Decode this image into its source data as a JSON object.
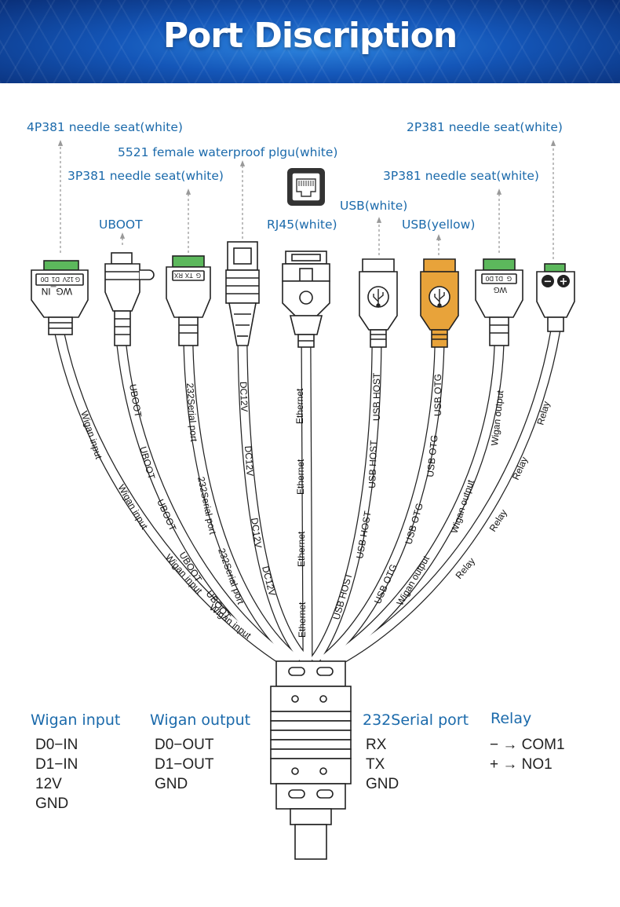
{
  "banner": {
    "title": "Port Discription"
  },
  "connectors": [
    {
      "id": "wg_in",
      "callout": "4P381 needle seat(white)",
      "cable_label": "Wigan input",
      "plug_text": "WG_IN",
      "pins": [
        "G",
        "12V",
        "D1",
        "D0"
      ]
    },
    {
      "id": "uboot",
      "callout": "UBOOT",
      "cable_label": "UBOOT"
    },
    {
      "id": "serial",
      "callout": "3P381 needle seat(white)",
      "cable_label": "232Serial port",
      "pins": [
        "G",
        "TX",
        "RX"
      ]
    },
    {
      "id": "dc12v",
      "callout": "5521 female waterproof plgu(white)",
      "cable_label": "DC12V"
    },
    {
      "id": "rj45",
      "callout": "RJ45(white)",
      "cable_label": "Ethernet"
    },
    {
      "id": "usb_host",
      "callout": "USB(white)",
      "cable_label": "USB HOST"
    },
    {
      "id": "usb_otg",
      "callout": "USB(yellow)",
      "cable_label": "USB OTG"
    },
    {
      "id": "wg_out",
      "callout": "3P381 needle seat(white)",
      "cable_label": "Wigan output",
      "plug_text": "WG",
      "pins": [
        "G",
        "D1",
        "D0"
      ]
    },
    {
      "id": "relay",
      "callout": "2P381 needle seat(white)",
      "cable_label": "Relay",
      "pins": [
        "−",
        "+"
      ]
    }
  ],
  "legend": [
    {
      "title": "Wigan input",
      "items": [
        "D0−IN",
        "D1−IN",
        "12V",
        "GND"
      ]
    },
    {
      "title": "Wigan output",
      "items": [
        "D0−OUT",
        "D1−OUT",
        "GND"
      ]
    },
    {
      "title": "232Serial port",
      "items": [
        "RX",
        "TX",
        "GND"
      ]
    },
    {
      "title": "Relay",
      "items": [
        "− → COM1",
        "+ → NO1"
      ]
    }
  ],
  "colors": {
    "banner": "#1456b8",
    "callout_text": "#1b6aab",
    "terminal_green": "#5cb85c",
    "usb_otg_yellow": "#e8a33a",
    "outline": "#222222"
  }
}
